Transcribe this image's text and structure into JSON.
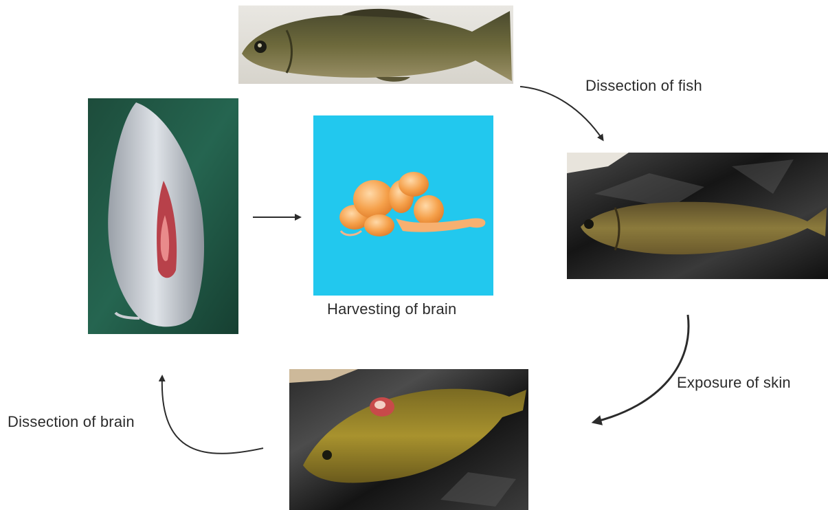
{
  "labels": {
    "dissection_of_fish": "Dissection of fish",
    "exposure_of_skin": "Exposure of skin",
    "dissection_of_brain": "Dissection of brain",
    "harvesting_of_brain": "Harvesting of brain"
  },
  "colors": {
    "arrow": "#2b2b2b",
    "brain_background": "#22c8ee",
    "brain_tissue": "#f5a04a",
    "surgical_drape": "#1f5a45",
    "plastic_sheet": "#1c1c1c",
    "fish_body": "#6f6a33"
  },
  "icons": {
    "flow_arrow": "curved-arrow-icon"
  }
}
